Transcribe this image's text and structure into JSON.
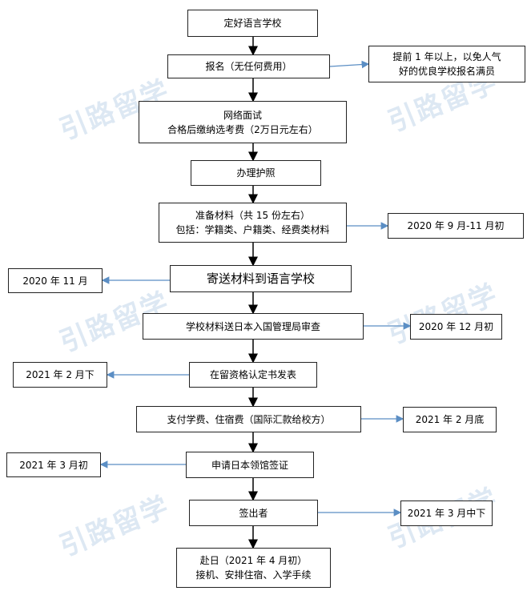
{
  "watermark": "引路留学",
  "colors": {
    "main_arrow": "#000000",
    "side_arrow": "#5b8ec4",
    "watermark": "#dde8f3"
  },
  "steps": {
    "s1": "定好语言学校",
    "s2": "报名（无任何费用）",
    "s3_line1": "网络面试",
    "s3_line2": "合格后缴纳选考费（2万日元左右）",
    "s4": "办理护照",
    "s5_line1": "准备材料（共 15 份左右）",
    "s5_line2": "包括：学籍类、户籍类、经费类材料",
    "s6": "寄送材料到语言学校",
    "s7": "学校材料送日本入国管理局审查",
    "s8": "在留资格认定书发表",
    "s9": "支付学费、住宿费（国际汇款给校方）",
    "s10": "申请日本领馆签证",
    "s11": "签出者",
    "s12_line1": "赴日（2021 年 4 月初）",
    "s12_line2": "接机、安排住宿、入学手续"
  },
  "notes": {
    "n2_line1": "提前 1 年以上，以免人气",
    "n2_line2": "好的优良学校报名满员",
    "n5": "2020 年 9 月-11 月初",
    "n6": "2020 年 11 月",
    "n7": "2020 年 12 月初",
    "n8": "2021 年 2 月下",
    "n9": "2021 年 2 月底",
    "n10": "2021 年 3 月初",
    "n11": "2021 年 3 月中下"
  }
}
